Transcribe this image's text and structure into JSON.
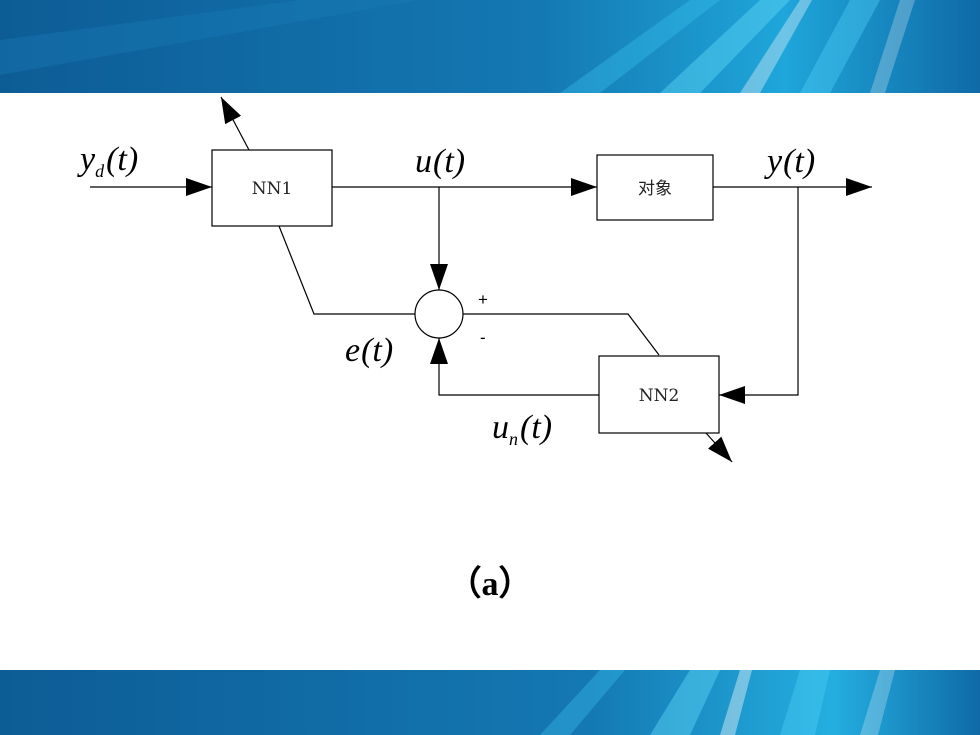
{
  "slide": {
    "colors": {
      "band_dark": "#0f5f98",
      "band_mid": "#1a86c0",
      "band_light": "#3bc4ef"
    }
  },
  "blocks": {
    "nn1": "NN1",
    "plant": "对象",
    "nn2": "NN2"
  },
  "signals": {
    "yd": {
      "base": "y",
      "sub": "d",
      "arg": "(t)"
    },
    "u": {
      "base": "u",
      "arg": "(t)"
    },
    "y": {
      "base": "y",
      "arg": "(t)"
    },
    "e": {
      "base": "e",
      "arg": "(t)"
    },
    "un": {
      "base": "u",
      "sub": "n",
      "arg": "(t)"
    }
  },
  "summing_junction": {
    "plus": "+",
    "minus": "-"
  },
  "caption": "（a）"
}
